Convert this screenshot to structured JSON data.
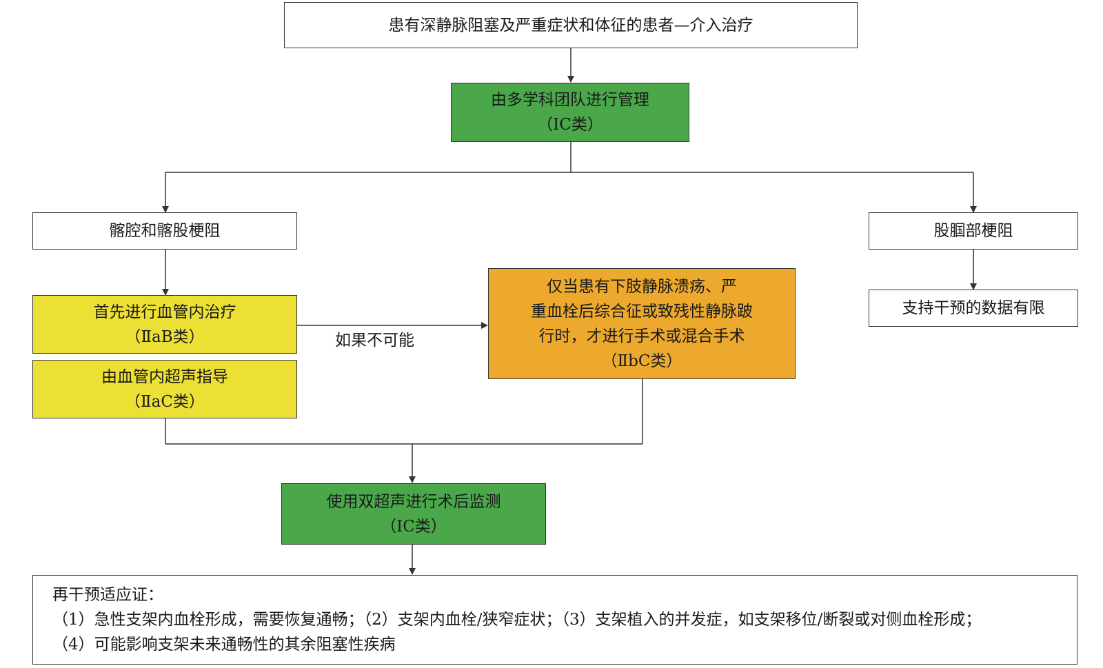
{
  "diagram": {
    "top": {
      "text": "患有深静脉阻塞及严重症状和体征的患者—介入治疗"
    },
    "mdt": {
      "line1": "由多学科团队进行管理",
      "line2": "（ⅠC类）"
    },
    "iliac": {
      "text": "髂腔和髂股梗阻"
    },
    "femoral": {
      "text": "股腘部梗阻"
    },
    "endo": {
      "line1": "首先进行血管内治疗",
      "line2": "（ⅡaB类）"
    },
    "ivus": {
      "line1": "由血管内超声指导",
      "line2": "（ⅡaC类）"
    },
    "surgery": {
      "line1": "仅当患有下肢静脉溃疡、严",
      "line2": "重血栓后综合征或致残性静脉跛",
      "line3": "行时，才进行手术或混合手术",
      "line4": "（ⅡbC类）"
    },
    "limited": {
      "text": "支持干预的数据有限"
    },
    "if_not_possible": "如果不可能",
    "duplex": {
      "line1": "使用双超声进行术后监测",
      "line2": "（ⅠC类）"
    },
    "reintervention": {
      "title": "再干预适应证：",
      "line1": "（1）急性支架内血栓形成，需要恢复通畅；（2）支架内血栓/狭窄症状；（3）支架植入的并发症，如支架移位/断裂或对侧血栓形成；",
      "line2": "（4）可能影响支架未来通畅性的其余阻塞性疾病"
    },
    "colors": {
      "green": "#4aa84a",
      "yellow": "#ece034",
      "orange": "#eda92e",
      "line": "#333333"
    }
  }
}
